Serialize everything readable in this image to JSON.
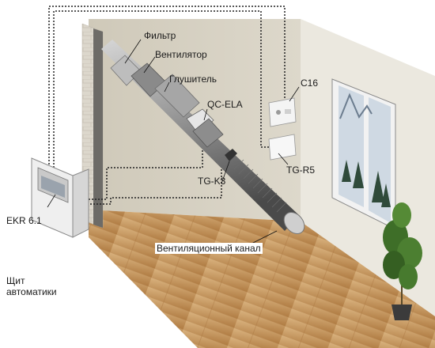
{
  "labels": {
    "filter": "Фильтр",
    "fan": "Вентилятор",
    "silencer": "Глушитель",
    "heater": "QC-ELA",
    "thermostat": "C16",
    "room_sensor": "TG-R5",
    "duct_sensor": "TG-K3",
    "controller": "EKR 6.1",
    "duct": "Вентиляционный канал",
    "panel_line1": "Щит",
    "panel_line2": "автоматики"
  },
  "colors": {
    "back_wall": "#d9d4c6",
    "side_wall": "#ebe8df",
    "floor": "#c89a61",
    "brick": "#d8d4c9",
    "duct": "#9a9a9a",
    "wire": "#222222"
  },
  "icons": [
    "window-icon",
    "plant-icon",
    "thermostat-icon",
    "sensor-icon",
    "control-panel-icon"
  ]
}
